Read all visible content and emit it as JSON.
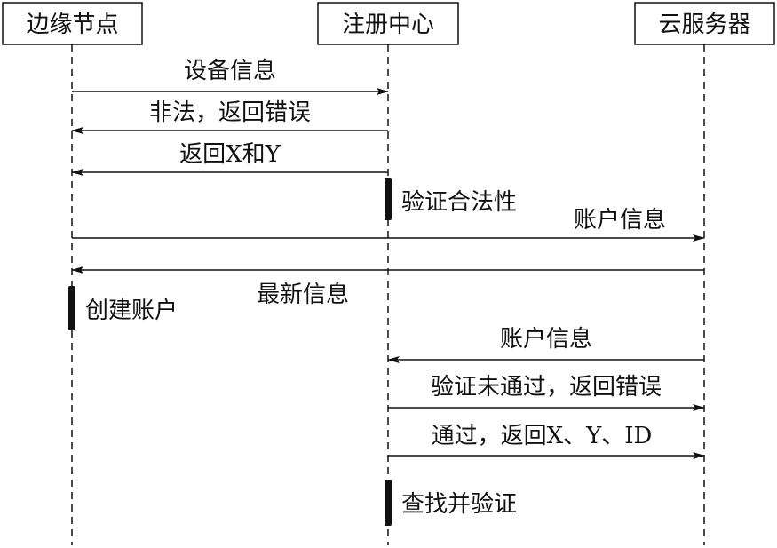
{
  "participants": [
    {
      "id": "edge",
      "label": "边缘节点"
    },
    {
      "id": "registry",
      "label": "注册中心"
    },
    {
      "id": "cloud",
      "label": "云服务器"
    }
  ],
  "messages": [
    {
      "from": "edge",
      "to": "registry",
      "label": "设备信息"
    },
    {
      "from": "registry",
      "to": "edge",
      "label": "非法，返回错误"
    },
    {
      "from": "registry",
      "to": "edge",
      "label": "返回X和Y"
    },
    {
      "from": "edge",
      "to": "cloud",
      "label": "账户信息"
    },
    {
      "from": "cloud",
      "to": "edge",
      "label": "最新信息"
    },
    {
      "from": "cloud",
      "to": "registry",
      "label": "账户信息"
    },
    {
      "from": "registry",
      "to": "cloud",
      "label": "验证未通过，返回错误"
    },
    {
      "from": "registry",
      "to": "cloud",
      "label": "通过，返回X、Y、ID"
    }
  ],
  "activations": [
    {
      "on": "registry",
      "label": "验证合法性"
    },
    {
      "on": "edge",
      "label": "创建账户"
    },
    {
      "on": "registry",
      "label": "查找并验证"
    }
  ]
}
